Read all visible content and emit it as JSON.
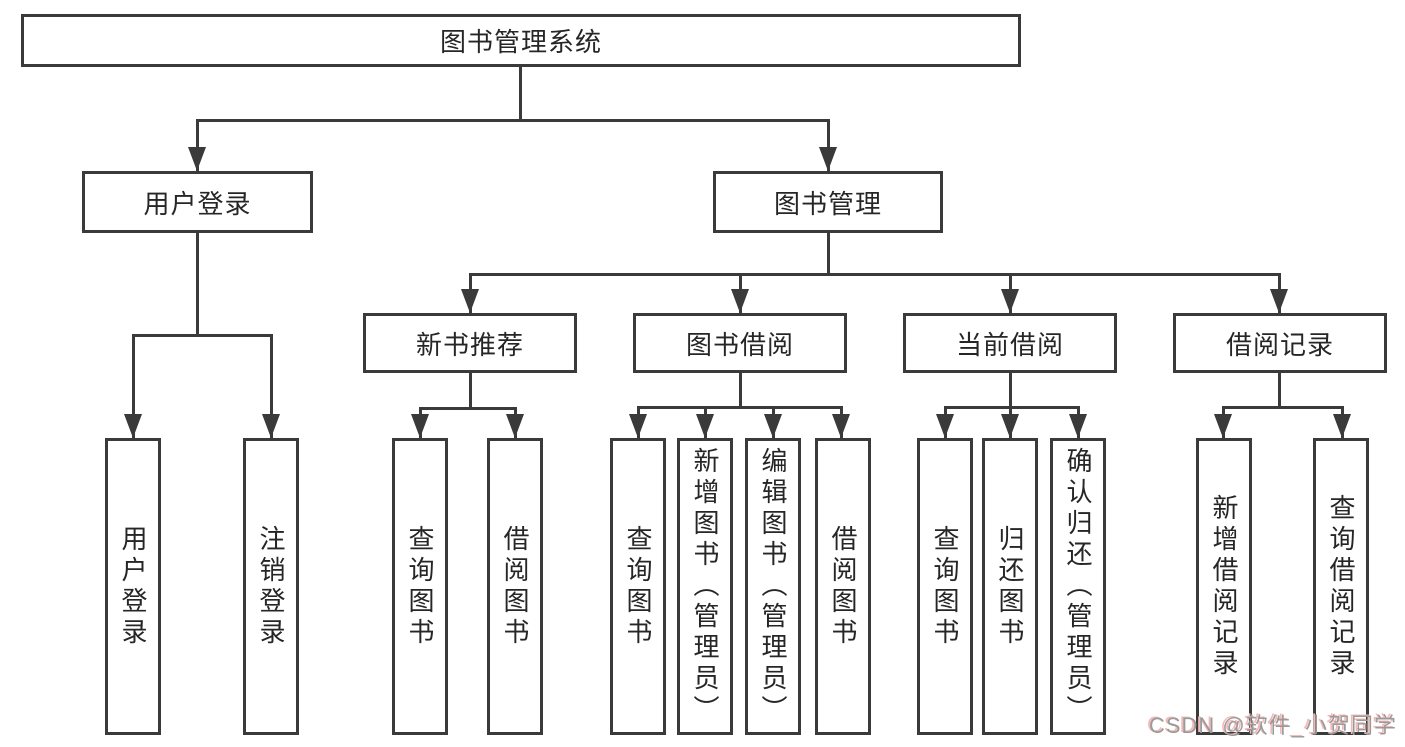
{
  "diagram": {
    "root": {
      "label": "图书管理系统"
    },
    "children": [
      {
        "label": "用户登录",
        "children": [
          {
            "label": "用户登录"
          },
          {
            "label": "注销登录"
          }
        ]
      },
      {
        "label": "图书管理",
        "children": [
          {
            "label": "新书推荐",
            "children": [
              {
                "label": "查询图书"
              },
              {
                "label": "借阅图书"
              }
            ]
          },
          {
            "label": "图书借阅",
            "children": [
              {
                "label": "查询图书"
              },
              {
                "label": "新增图书（管理员）"
              },
              {
                "label": "编辑图书（管理员）"
              },
              {
                "label": "借阅图书"
              }
            ]
          },
          {
            "label": "当前借阅",
            "children": [
              {
                "label": "查询图书"
              },
              {
                "label": "归还图书"
              },
              {
                "label": "确认归还（管理员）"
              }
            ]
          },
          {
            "label": "借阅记录",
            "children": [
              {
                "label": "新增借阅记录"
              },
              {
                "label": "查询借阅记录"
              }
            ]
          }
        ]
      }
    ]
  },
  "watermark": {
    "text": "CSDN @软件_小贺同学"
  },
  "colors": {
    "line": "#3a3a3a",
    "text": "#262626",
    "watermark": "#9a9a9a",
    "watermark_shadow": "#f3b8b8"
  }
}
